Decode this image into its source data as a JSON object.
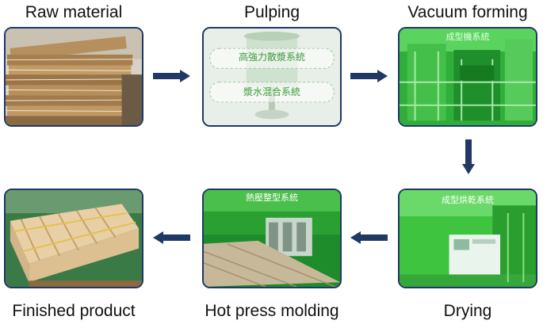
{
  "steps": [
    {
      "label": "Raw material"
    },
    {
      "label": "Pulping",
      "overlay": [
        "高強力散漿系統",
        "漿水混合系統"
      ]
    },
    {
      "label": "Vacuum forming",
      "overlay": "成型機系統"
    },
    {
      "label": "Drying",
      "overlay": "成型烘乾系統"
    },
    {
      "label": "Hot press molding",
      "overlay": "熱壓整型系統"
    },
    {
      "label": "Finished product"
    }
  ],
  "colors": {
    "arrow": "#1f3864",
    "border": "#1f3864",
    "machine_green": "#3fc43f"
  }
}
